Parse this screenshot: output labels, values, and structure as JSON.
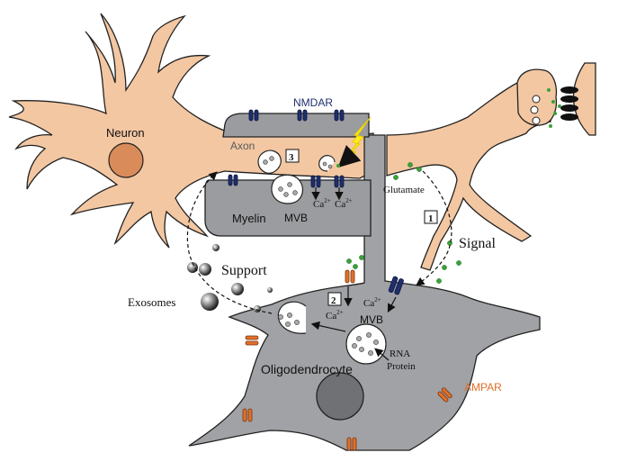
{
  "labels": {
    "neuron": "Neuron",
    "axon": "Axon",
    "myelin": "Myelin",
    "nmdar": "NMDAR",
    "ampar": "AMPAR",
    "oligodendrocyte": "Oligodendrocyte",
    "glutamate": "Glutamate",
    "signal": "Signal",
    "support": "Support",
    "exosomes": "Exosomes",
    "mvb_axon": "MVB",
    "mvb_oligo": "MVB",
    "rna": "RNA",
    "protein": "Protein",
    "ca_base": "Ca",
    "ca_charge": "2+"
  },
  "steps": {
    "step1": "1",
    "step2": "2",
    "step3": "3"
  },
  "colors": {
    "neuron_fill": "#f3c7a2",
    "neuron_nucleus": "#d98c5a",
    "glia_fill": "#a0a2a5",
    "myelin_fill": "#9a9c9f",
    "nmdar": "#1f2f6b",
    "ampar": "#e0702a",
    "glutamate": "#3aa23a",
    "lightning": "#ffee1a",
    "ampar_text": "#e0702a",
    "nmdar_text": "#1f2f6b"
  }
}
